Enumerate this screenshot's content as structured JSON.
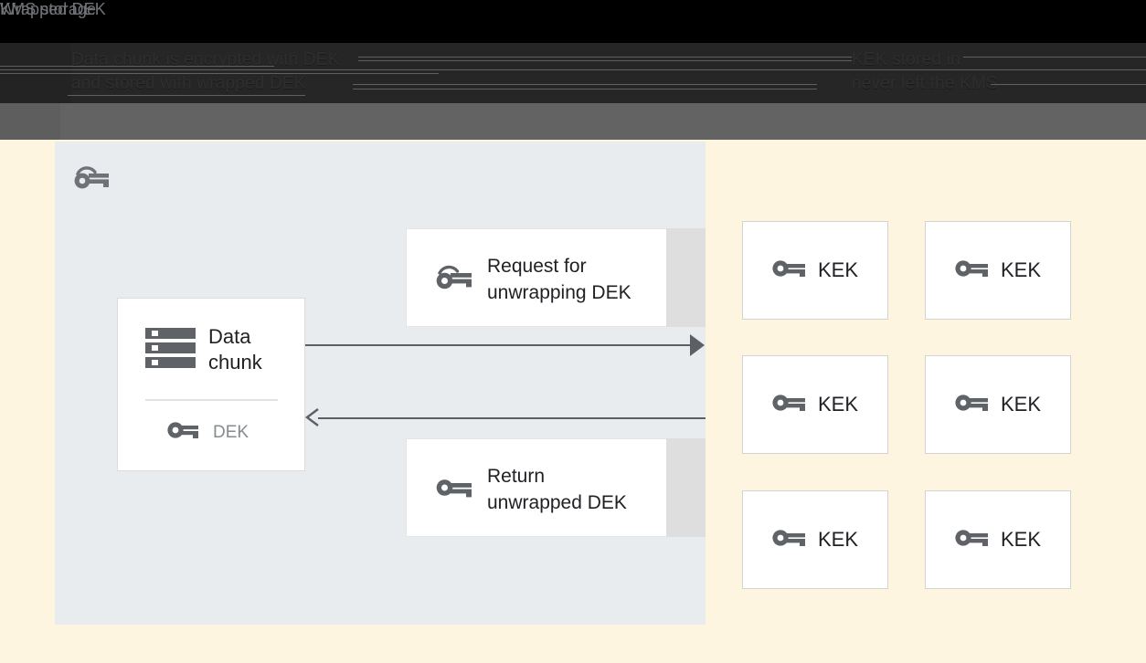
{
  "header": {
    "caption_left": "Data chunk is encrypted with DEK\nand stored with wrapped DEK",
    "caption_right": "KEK stored in\nnever left the KMS"
  },
  "app_panel": {
    "title": "Wrapped DEK",
    "title_icon": "wrapped-key-icon",
    "chunk_card": {
      "icon": "data-chunk-icon",
      "label": "Data\nchunk",
      "key_icon": "key-icon",
      "key_label": "DEK"
    },
    "messages": [
      {
        "id": "request",
        "icon": "wrapped-key-icon",
        "label": "Request for\nunwrapping DEK"
      },
      {
        "id": "return",
        "icon": "key-icon",
        "label": "Return\nunwrapped DEK"
      }
    ],
    "arrows": [
      {
        "id": "request-arrow",
        "direction": "right",
        "head": "filled"
      },
      {
        "id": "return-arrow",
        "direction": "left",
        "head": "chevron"
      }
    ]
  },
  "kms_panel": {
    "title": "KMS storage",
    "kek_cards": [
      {
        "icon": "key-icon",
        "label": "KEK"
      },
      {
        "icon": "key-icon",
        "label": "KEK"
      },
      {
        "icon": "key-icon",
        "label": "KEK"
      },
      {
        "icon": "key-icon",
        "label": "KEK"
      },
      {
        "icon": "key-icon",
        "label": "KEK"
      },
      {
        "icon": "key-icon",
        "label": "KEK"
      }
    ]
  },
  "colors": {
    "app_panel_bg": "#e8ecef",
    "kms_panel_bg": "#fdf5e0",
    "card_bg": "#ffffff",
    "icon_gray": "#5f6368",
    "text_dark": "#202124",
    "text_muted": "#6f7276",
    "arrow": "#5c5f63",
    "band_black": "#000000",
    "band_dark": "#232323",
    "band_gray": "#5e5e5e"
  }
}
